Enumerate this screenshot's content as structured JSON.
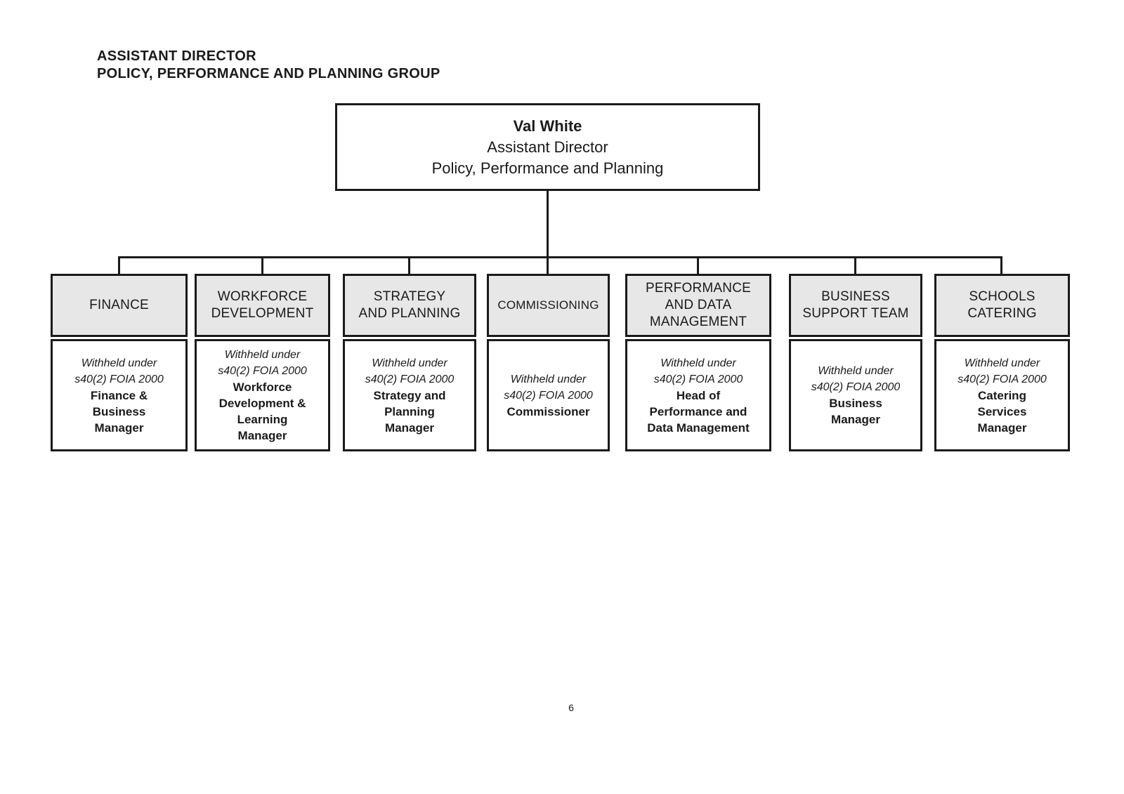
{
  "page": {
    "title": "ASSISTANT DIRECTOR\nPOLICY, PERFORMANCE AND PLANNING GROUP",
    "page_number": "6"
  },
  "root_box": {
    "name": "Val White",
    "role": "Assistant Director",
    "group": "Policy, Performance and Planning"
  },
  "departments": [
    {
      "header": "FINANCE",
      "withheld": "Withheld under\ns40(2) FOIA 2000",
      "manager": "Finance &\nBusiness\nManager"
    },
    {
      "header": "WORKFORCE\nDEVELOPMENT",
      "withheld": "Withheld under\ns40(2) FOIA 2000",
      "manager": "Workforce\nDevelopment &\nLearning\nManager"
    },
    {
      "header": "STRATEGY\nAND PLANNING",
      "withheld": "Withheld under\ns40(2) FOIA 2000",
      "manager": "Strategy and\nPlanning\nManager"
    },
    {
      "header": "COMMISSIONING",
      "withheld": "Withheld under\ns40(2) FOIA 2000",
      "manager": "Commissioner"
    },
    {
      "header": "PERFORMANCE\nAND DATA\nMANAGEMENT",
      "withheld": "Withheld under\ns40(2) FOIA 2000",
      "manager": "Head of\nPerformance and\nData Management"
    },
    {
      "header": "BUSINESS\nSUPPORT TEAM",
      "withheld": "Withheld under\ns40(2) FOIA 2000",
      "manager": "Business\nManager"
    },
    {
      "header": "SCHOOLS\nCATERING",
      "withheld": "Withheld under\ns40(2) FOIA 2000",
      "manager": "Catering\nServices\nManager"
    }
  ]
}
